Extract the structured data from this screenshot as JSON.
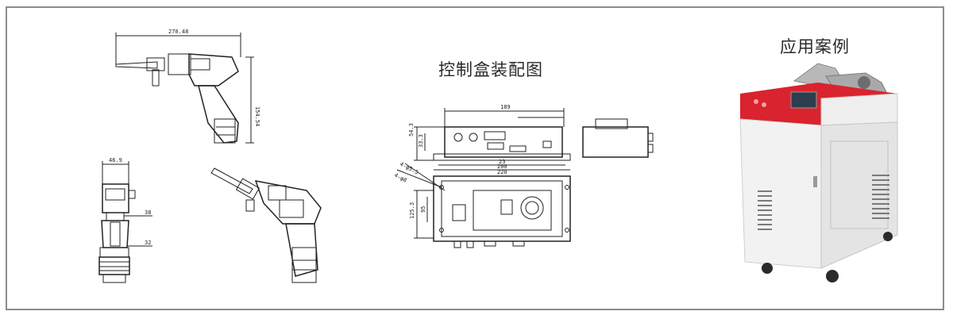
{
  "titles": {
    "control_box": "控制盒装配图",
    "application_case": "应用案例"
  },
  "torch_side": {
    "length_dim": "270.48",
    "height_dim": "154.54"
  },
  "torch_front": {
    "width_dim": "46.9",
    "upper_dim": "38",
    "lower_dim": "32"
  },
  "control_box": {
    "top_dim": "189",
    "mid_dim_a": "23",
    "left_dim_a": "54.3",
    "left_dim_b": "33.3",
    "bottom_width_a": "200",
    "bottom_width_b": "220",
    "front_height_a": "125.3",
    "front_height_b": "95",
    "hole_a": "4-φ5.5",
    "hole_b": "4-φ8"
  },
  "colors": {
    "line": "#222222",
    "machine_red": "#d9232e",
    "machine_body": "#f2f2f2",
    "screen": "#2d3e4f"
  }
}
